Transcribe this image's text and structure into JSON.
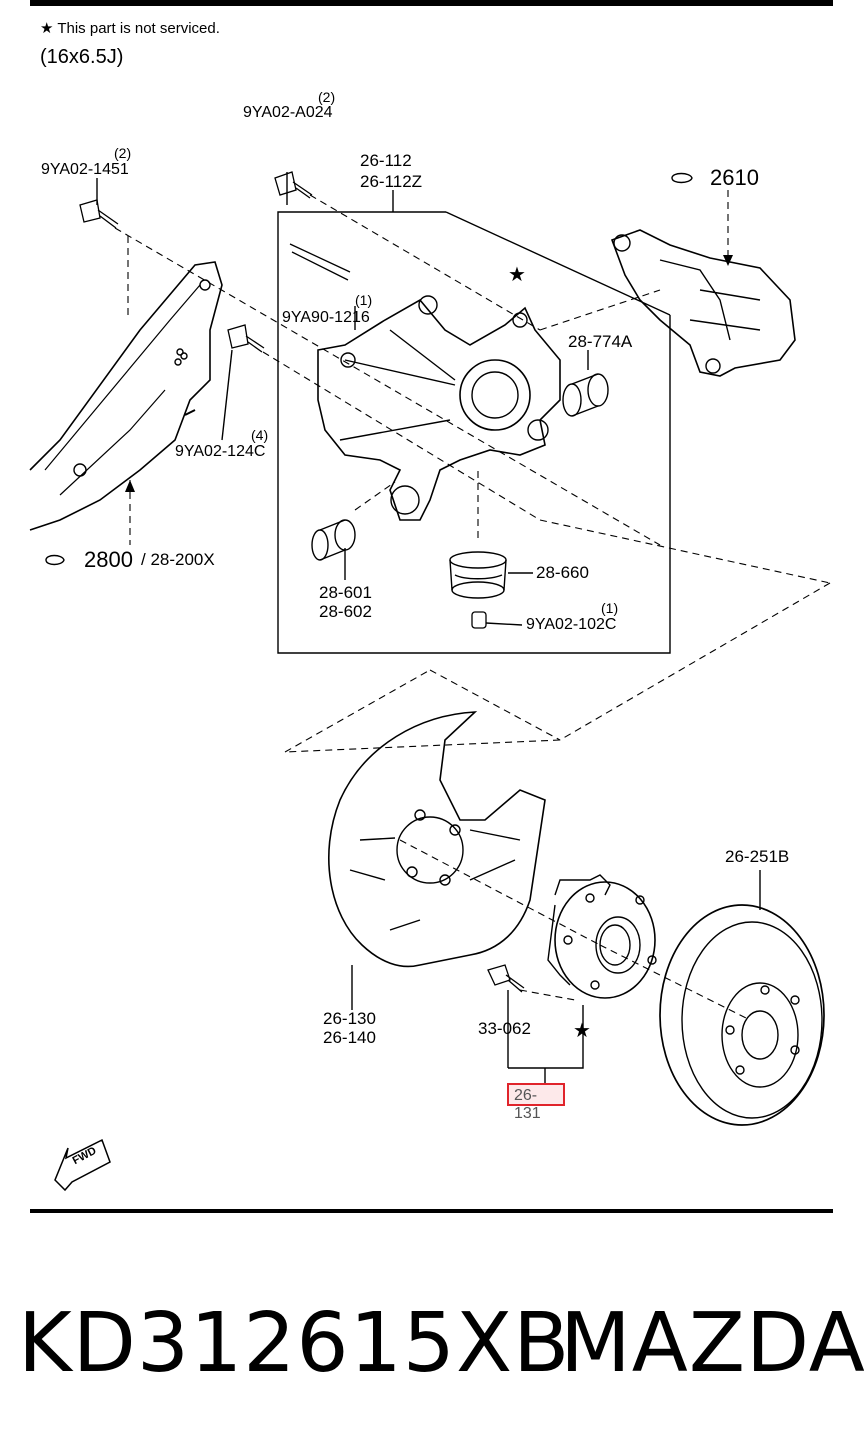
{
  "notes": {
    "not_serviced": "★ This part is not serviced.",
    "wheel_size": "(16x6.5J)"
  },
  "labels": {
    "bolt_a024": "9YA02-A024",
    "bolt_a024_qty": "(2)",
    "bolt_1451": "9YA02-1451",
    "bolt_1451_qty": "(2)",
    "knuckle": "26-112",
    "knuckle_z": "26-112Z",
    "caliper": "2610",
    "stud_1216": "9YA90-1216",
    "stud_1216_qty": "(1)",
    "bush_774a": "28-774A",
    "bolt_124c": "9YA02-124C",
    "bolt_124c_qty": "(4)",
    "arm_2800": "2800",
    "arm_200x": "/ 28-200X",
    "bush_601": "28-601",
    "bush_602": "28-602",
    "bush_660": "28-660",
    "bolt_102c": "9YA02-102C",
    "bolt_102c_qty": "(1)",
    "rotor": "26-251B",
    "shield_130": "26-130",
    "shield_140": "26-140",
    "hub_bolt": "33-062",
    "hub_assembly": "26-131",
    "fwd": "FWD",
    "star": "★"
  },
  "footer": {
    "part_number": "KD312615XB",
    "brand": "MAZDA"
  }
}
